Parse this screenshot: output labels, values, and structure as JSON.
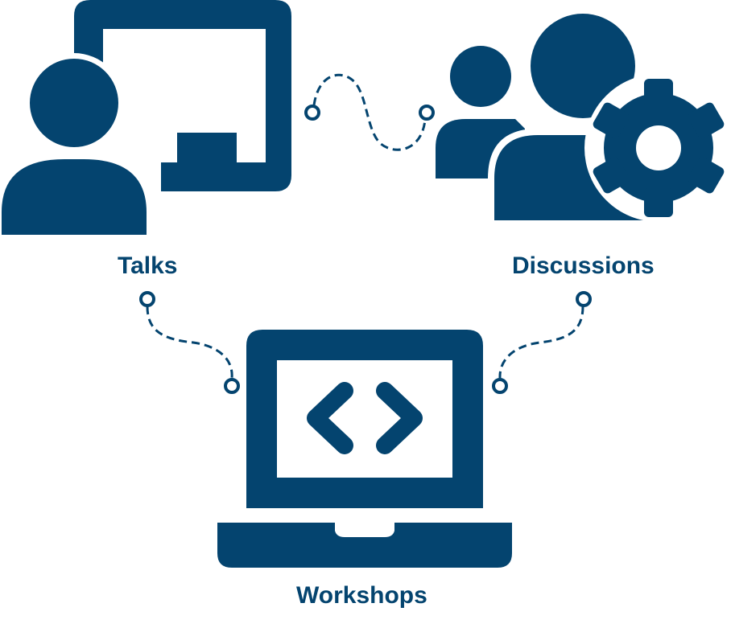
{
  "colors": {
    "primary": "#04446f",
    "background": "#ffffff"
  },
  "nodes": {
    "talks": {
      "label": "Talks",
      "icon": "presenter-board-icon"
    },
    "discussions": {
      "label": "Discussions",
      "icon": "users-gear-icon"
    },
    "workshops": {
      "label": "Workshops",
      "icon": "laptop-code-icon"
    }
  },
  "connectors": [
    {
      "from": "talks",
      "to": "discussions",
      "style": "dashed"
    },
    {
      "from": "talks",
      "to": "workshops",
      "style": "dashed"
    },
    {
      "from": "discussions",
      "to": "workshops",
      "style": "dashed"
    }
  ]
}
